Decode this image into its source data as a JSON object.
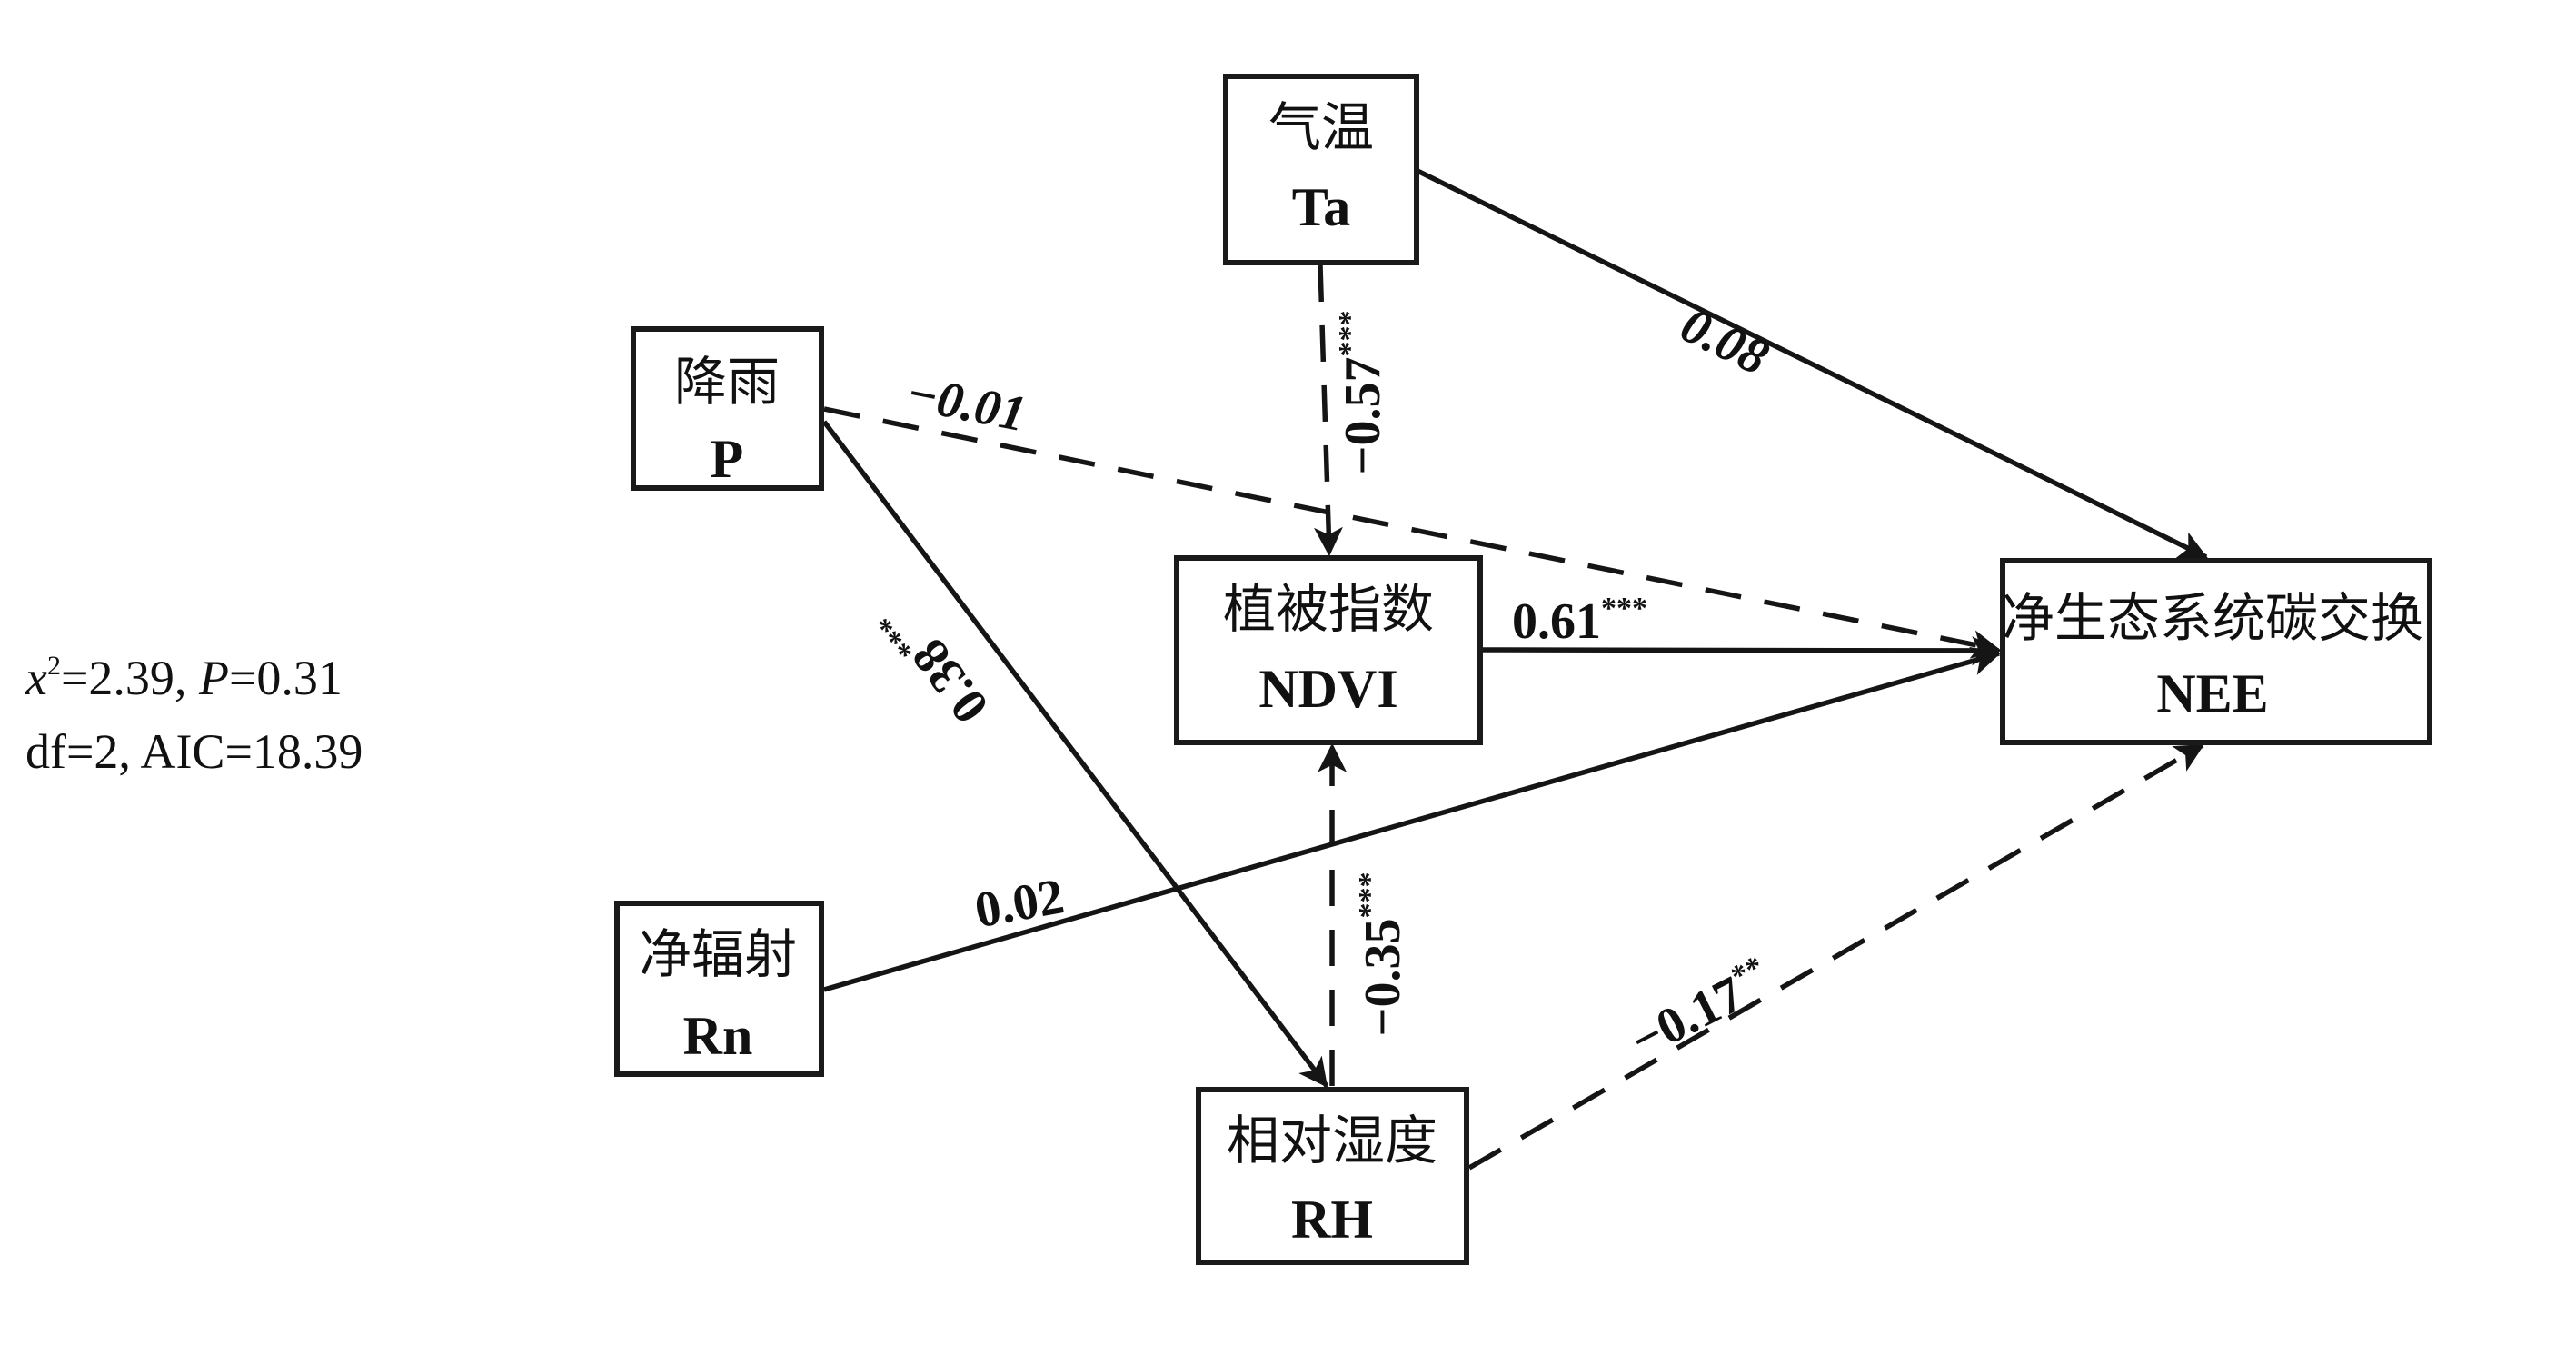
{
  "diagram": {
    "type": "structural-equation-model path diagram",
    "nodes": {
      "Ta": {
        "cn": "气温",
        "en": "Ta"
      },
      "P": {
        "cn": "降雨",
        "en": "P"
      },
      "NDVI": {
        "cn": "植被指数",
        "en": "NDVI"
      },
      "Rn": {
        "cn": "净辐射",
        "en": "Rn"
      },
      "RH": {
        "cn": "相对湿度",
        "en": "RH"
      },
      "NEE": {
        "cn": "净生态系统碳交换",
        "en": "NEE"
      }
    },
    "edges": [
      {
        "id": "Ta-NEE",
        "from": "Ta",
        "to": "NEE",
        "coef": "0.08",
        "sig": "",
        "style": "solid",
        "sign": "positive"
      },
      {
        "id": "Ta-NDVI",
        "from": "Ta",
        "to": "NDVI",
        "coef": "−0.57",
        "sig": "***",
        "style": "dashed",
        "sign": "negative"
      },
      {
        "id": "P-NEE",
        "from": "P",
        "to": "NEE",
        "coef": "−0.01",
        "sig": "",
        "style": "dashed",
        "sign": "negative"
      },
      {
        "id": "P-RH",
        "from": "P",
        "to": "RH",
        "coef": "0.38",
        "sig": "***",
        "style": "solid",
        "sign": "positive"
      },
      {
        "id": "NDVI-NEE",
        "from": "NDVI",
        "to": "NEE",
        "coef": "0.61",
        "sig": "***",
        "style": "solid",
        "sign": "positive"
      },
      {
        "id": "Rn-NEE",
        "from": "Rn",
        "to": "NEE",
        "coef": "0.02",
        "sig": "",
        "style": "solid",
        "sign": "positive"
      },
      {
        "id": "RH-NDVI",
        "from": "RH",
        "to": "NDVI",
        "coef": "−0.35",
        "sig": "***",
        "style": "dashed",
        "sign": "negative"
      },
      {
        "id": "RH-NEE",
        "from": "RH",
        "to": "NEE",
        "coef": "−0.17",
        "sig": "**",
        "style": "dashed",
        "sign": "negative"
      }
    ]
  },
  "stats": {
    "chi_symbol": "x",
    "chi_exp": "2",
    "chi_value": "=2.39, ",
    "p_symbol": "P",
    "p_value": "=0.31",
    "line2": "df=2, AIC=18.39"
  },
  "colors": {
    "line": "#151515",
    "box_stroke": "#1a1a1a",
    "text": "#111111",
    "background": "#ffffff"
  }
}
